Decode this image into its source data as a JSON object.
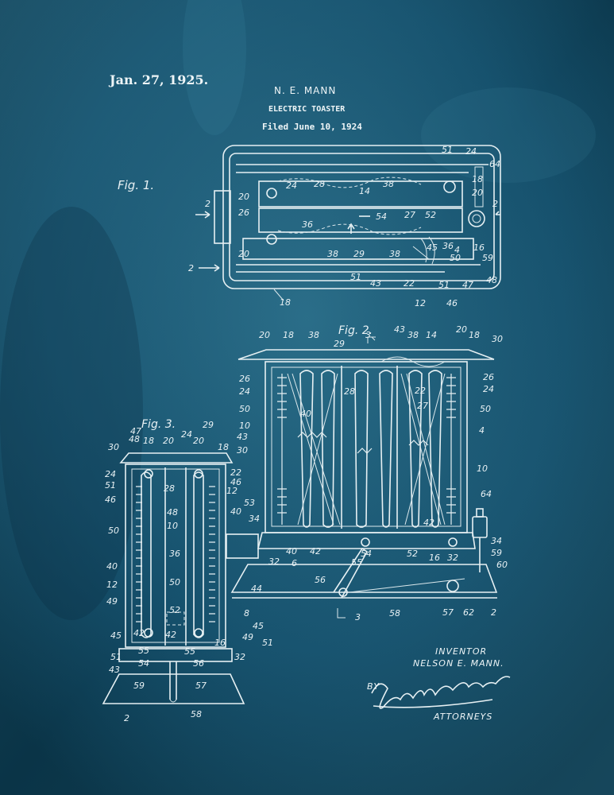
{
  "header": {
    "date": "Jan. 27, 1925.",
    "inventor_name": "N. E. MANN",
    "title": "ELECTRIC TOASTER",
    "filed": "Filed June 10, 1924"
  },
  "figures": {
    "fig1": "Fig. 1.",
    "fig2": "Fig. 2.",
    "fig3": "Fig. 3."
  },
  "signature": {
    "inventor_label": "INVENTOR",
    "inventor": "NELSON E. MANN.",
    "by": "BY",
    "attorneys_signature": "Bartlett Brownell",
    "attorneys": "ATTORNEYS"
  },
  "colors": {
    "background": "#0f4560",
    "ink": "#e6f0f3"
  }
}
